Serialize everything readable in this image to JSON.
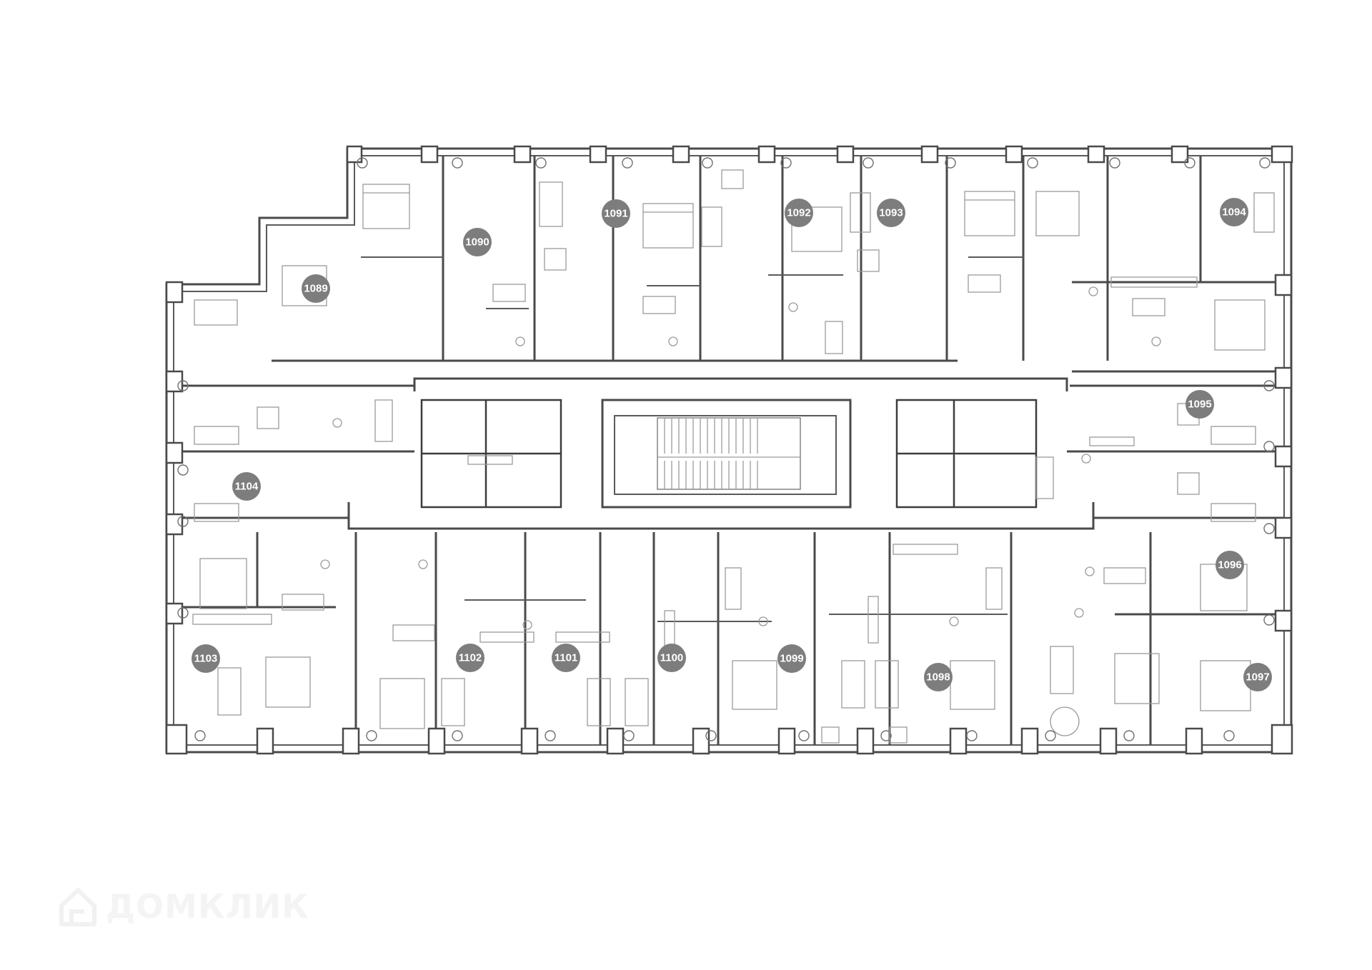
{
  "floor_plan": {
    "apartments": [
      {
        "number": "1089"
      },
      {
        "number": "1090"
      },
      {
        "number": "1091"
      },
      {
        "number": "1092"
      },
      {
        "number": "1093"
      },
      {
        "number": "1094"
      },
      {
        "number": "1095"
      },
      {
        "number": "1096"
      },
      {
        "number": "1097"
      },
      {
        "number": "1098"
      },
      {
        "number": "1099"
      },
      {
        "number": "1100"
      },
      {
        "number": "1101"
      },
      {
        "number": "1102"
      },
      {
        "number": "1103"
      },
      {
        "number": "1104"
      }
    ],
    "badge_color": "#7d7d7d",
    "wall_color": "#4a4a4a"
  },
  "watermark": {
    "text": "ДОМКЛИК",
    "icon": "house-logo-icon"
  }
}
